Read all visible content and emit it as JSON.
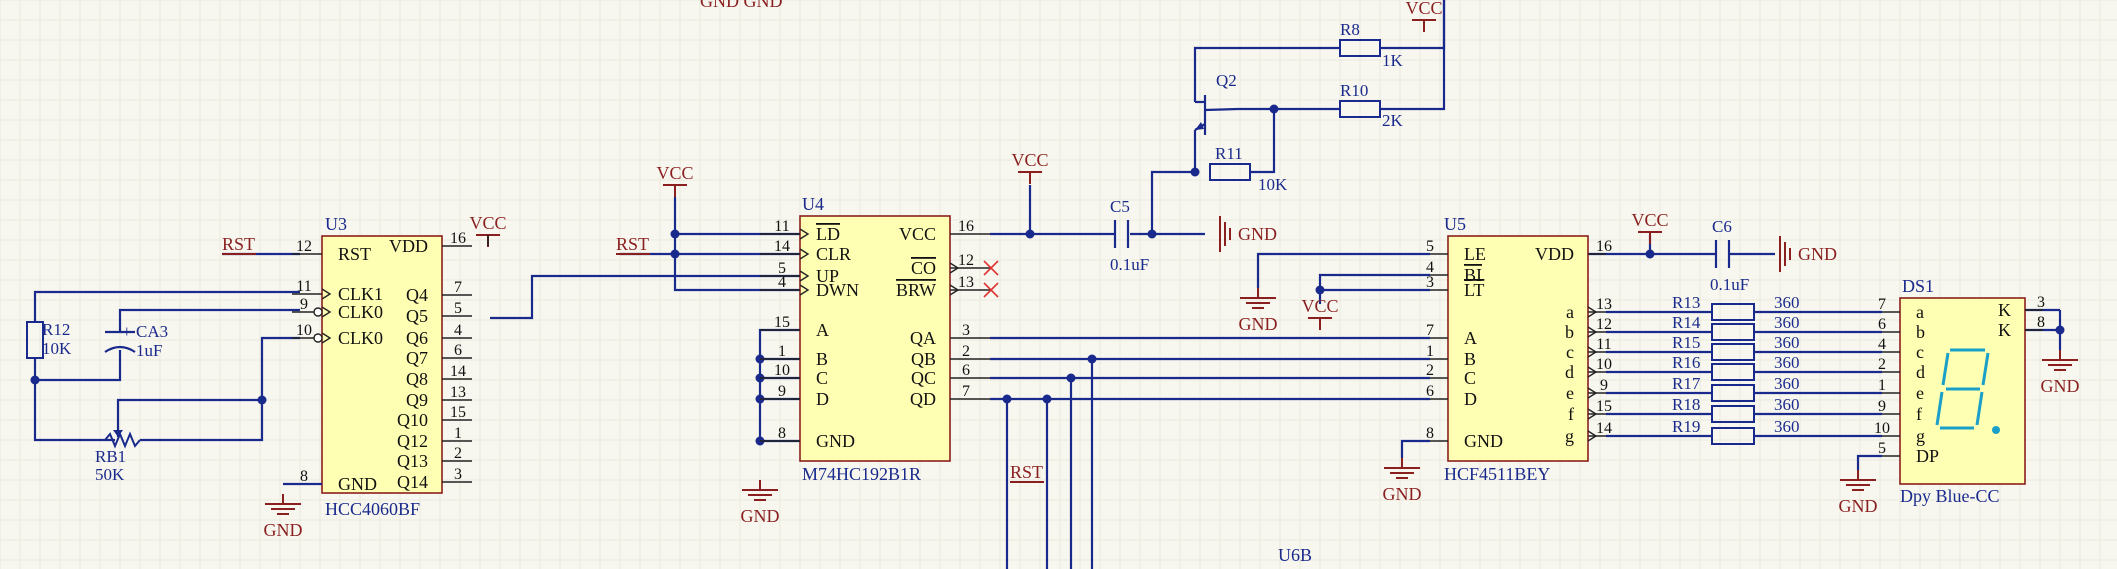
{
  "u3": {
    "designator": "U3",
    "part": "HCC4060BF",
    "left_pins": [
      {
        "num": "12",
        "name": "RST"
      },
      {
        "num": "11",
        "name": "CLK1"
      },
      {
        "num": "9",
        "name": "CLK0"
      },
      {
        "num": "10",
        "name": "CLK0"
      },
      {
        "num": "8",
        "name": "GND"
      }
    ],
    "right_pins": [
      {
        "num": "16",
        "name": "VDD"
      },
      {
        "num": "7",
        "name": "Q4"
      },
      {
        "num": "5",
        "name": "Q5"
      },
      {
        "num": "4",
        "name": "Q6"
      },
      {
        "num": "6",
        "name": "Q7"
      },
      {
        "num": "14",
        "name": "Q8"
      },
      {
        "num": "13",
        "name": "Q9"
      },
      {
        "num": "15",
        "name": "Q10"
      },
      {
        "num": "1",
        "name": "Q12"
      },
      {
        "num": "2",
        "name": "Q13"
      },
      {
        "num": "3",
        "name": "Q14"
      }
    ]
  },
  "u4": {
    "designator": "U4",
    "part": "M74HC192B1R",
    "left_pins": [
      {
        "num": "11",
        "name": "LD"
      },
      {
        "num": "14",
        "name": "CLR"
      },
      {
        "num": "5",
        "name": "UP"
      },
      {
        "num": "4",
        "name": "DWN"
      },
      {
        "num": "15",
        "name": "A"
      },
      {
        "num": "1",
        "name": "B"
      },
      {
        "num": "10",
        "name": "C"
      },
      {
        "num": "9",
        "name": "D"
      },
      {
        "num": "8",
        "name": "GND"
      }
    ],
    "right_pins": [
      {
        "num": "16",
        "name": "VCC"
      },
      {
        "num": "12",
        "name": "CO"
      },
      {
        "num": "13",
        "name": "BRW"
      },
      {
        "num": "3",
        "name": "QA"
      },
      {
        "num": "2",
        "name": "QB"
      },
      {
        "num": "6",
        "name": "QC"
      },
      {
        "num": "7",
        "name": "QD"
      }
    ]
  },
  "u5": {
    "designator": "U5",
    "part": "HCF4511BEY",
    "left_pins": [
      {
        "num": "5",
        "name": "LE"
      },
      {
        "num": "4",
        "name": "BI"
      },
      {
        "num": "3",
        "name": "LT"
      },
      {
        "num": "7",
        "name": "A"
      },
      {
        "num": "1",
        "name": "B"
      },
      {
        "num": "2",
        "name": "C"
      },
      {
        "num": "6",
        "name": "D"
      },
      {
        "num": "8",
        "name": "GND"
      }
    ],
    "right_pins": [
      {
        "num": "16",
        "name": "VDD"
      },
      {
        "num": "13",
        "name": "a"
      },
      {
        "num": "12",
        "name": "b"
      },
      {
        "num": "11",
        "name": "c"
      },
      {
        "num": "10",
        "name": "d"
      },
      {
        "num": "9",
        "name": "e"
      },
      {
        "num": "15",
        "name": "f"
      },
      {
        "num": "14",
        "name": "g"
      }
    ]
  },
  "ds1": {
    "designator": "DS1",
    "part": "Dpy Blue-CC",
    "left_pins": [
      {
        "num": "7",
        "name": "a"
      },
      {
        "num": "6",
        "name": "b"
      },
      {
        "num": "4",
        "name": "c"
      },
      {
        "num": "2",
        "name": "d"
      },
      {
        "num": "1",
        "name": "e"
      },
      {
        "num": "9",
        "name": "f"
      },
      {
        "num": "10",
        "name": "g"
      },
      {
        "num": "5",
        "name": "DP"
      }
    ],
    "right_pins": [
      {
        "num": "3",
        "name": "K"
      },
      {
        "num": "8",
        "name": "K"
      }
    ]
  },
  "segment_resistors": [
    {
      "des": "R13",
      "val": "360"
    },
    {
      "des": "R14",
      "val": "360"
    },
    {
      "des": "R15",
      "val": "360"
    },
    {
      "des": "R16",
      "val": "360"
    },
    {
      "des": "R17",
      "val": "360"
    },
    {
      "des": "R18",
      "val": "360"
    },
    {
      "des": "R19",
      "val": "360"
    }
  ],
  "passives": {
    "r12": {
      "des": "R12",
      "val": "10K"
    },
    "rb1": {
      "des": "RB1",
      "val": "50K"
    },
    "ca3": {
      "des": "CA3",
      "val": "1uF"
    },
    "c5": {
      "des": "C5",
      "val": "0.1uF"
    },
    "c6": {
      "des": "C6",
      "val": "0.1uF"
    },
    "r8": {
      "des": "R8",
      "val": "1K"
    },
    "r10": {
      "des": "R10",
      "val": "2K"
    },
    "r11": {
      "des": "R11",
      "val": "10K"
    },
    "q2": {
      "des": "Q2"
    }
  },
  "net_labels": {
    "rst": "RST",
    "vcc": "VCC",
    "gnd": "GND",
    "top_cut": "GND    GND",
    "u6b": "U6B"
  },
  "colors": {
    "wire": "#1a2a8c",
    "component_outline": "#8a1f1f",
    "component_fill": "#ffffb4",
    "power": "#8a1f1f",
    "display_segment": "#1aa0c8"
  }
}
